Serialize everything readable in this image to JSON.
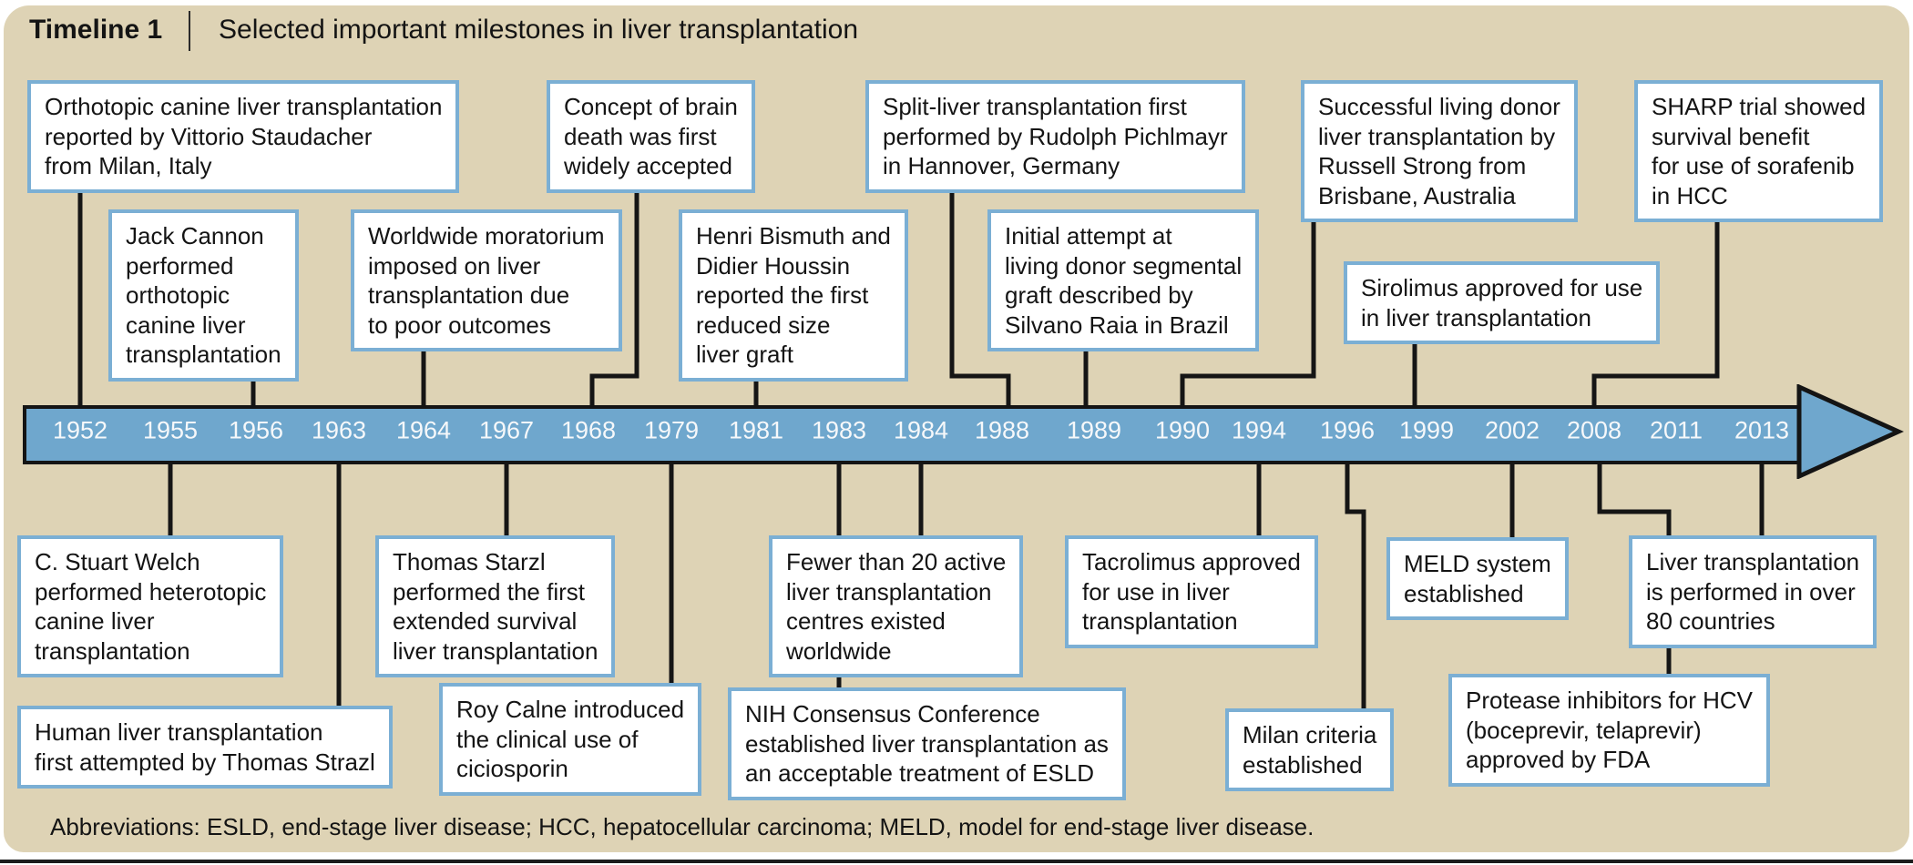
{
  "header": {
    "label": "Timeline 1",
    "title": "Selected important milestones in liver transplantation"
  },
  "colors": {
    "panel_background": "#ded3b5",
    "band_fill": "#6fa7cd",
    "band_border": "#141414",
    "box_border": "#7bafd4",
    "box_fill": "#ffffff",
    "connector": "#151515",
    "year_text": "#f6f8fa"
  },
  "timeline": {
    "years": [
      "1952",
      "1955",
      "1956",
      "1963",
      "1964",
      "1967",
      "1968",
      "1979",
      "1981",
      "1983",
      "1984",
      "1988",
      "1989",
      "1990",
      "1994",
      "1996",
      "1999",
      "2002",
      "2008",
      "2011",
      "2013"
    ]
  },
  "milestones_above": [
    {
      "year": "1952",
      "text": "Orthotopic canine liver transplantation\nreported by Vittorio Staudacher\nfrom Milan, Italy"
    },
    {
      "year": "1956",
      "text": "Jack Cannon\nperformed\northotopic\ncanine liver\ntransplantation"
    },
    {
      "year": "1964",
      "text": "Worldwide moratorium\nimposed on liver\ntransplantation due\nto poor outcomes"
    },
    {
      "year": "1968",
      "text": "Concept of brain\ndeath was first\nwidely accepted"
    },
    {
      "year": "1981",
      "text": "Henri Bismuth and\nDidier Houssin\nreported the first\nreduced size\nliver graft"
    },
    {
      "year": "1988",
      "text": "Split-liver transplantation first\nperformed by Rudolph Pichlmayr\nin Hannover, Germany"
    },
    {
      "year": "1989",
      "text": "Initial attempt at\nliving donor segmental\ngraft described by\nSilvano Raia in Brazil"
    },
    {
      "year": "1990",
      "text": "Successful living donor\nliver transplantation by\nRussell Strong from\nBrisbane, Australia"
    },
    {
      "year": "1999",
      "text": "Sirolimus approved for use\nin liver transplantation"
    },
    {
      "year": "2008",
      "text": "SHARP trial showed\nsurvival benefit\nfor use of sorafenib\nin HCC"
    }
  ],
  "milestones_below": [
    {
      "year": "1955",
      "text": "C. Stuart Welch\nperformed heterotopic\ncanine liver\ntransplantation"
    },
    {
      "year": "1963",
      "text": "Human liver transplantation\nfirst attempted by Thomas Strazl"
    },
    {
      "year": "1967",
      "text": "Thomas Starzl\nperformed the first\nextended survival\nliver transplantation"
    },
    {
      "year": "1979",
      "text": "Roy Calne introduced\nthe clinical use of\nciciosporin"
    },
    {
      "year": "1983",
      "text": "NIH Consensus Conference\nestablished liver transplantation as\nan acceptable treatment of ESLD"
    },
    {
      "year": "1984",
      "text": "Fewer than 20 active\nliver transplantation\ncentres existed\nworldwide"
    },
    {
      "year": "1994",
      "text": "Tacrolimus approved\nfor use in liver\ntransplantation"
    },
    {
      "year": "1996",
      "text": "Milan criteria\nestablished"
    },
    {
      "year": "2002",
      "text": "MELD system\nestablished"
    },
    {
      "year": "2011",
      "text": "Protease inhibitors for HCV\n(boceprevir, telaprevir)\napproved by FDA"
    },
    {
      "year": "2013",
      "text": "Liver transplantation\nis performed in over\n80 countries"
    }
  ],
  "footer": {
    "abbreviations": "Abbreviations: ESLD, end-stage liver disease; HCC, hepatocellular carcinoma; MELD, model for end-stage liver disease."
  }
}
